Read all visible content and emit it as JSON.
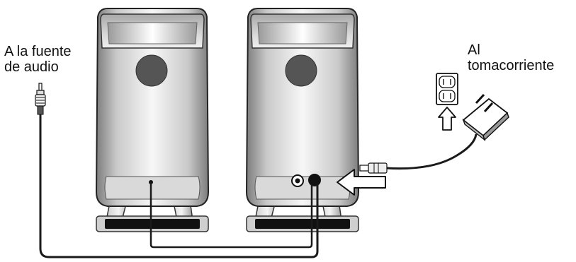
{
  "labels": {
    "audio_source_line1": "A la fuente",
    "audio_source_line2": "de audio",
    "outlet_line1": "Al",
    "outlet_line2": "tomacorriente"
  },
  "colors": {
    "ink": "#111111",
    "cable": "#1a1a1a",
    "speaker_body_light": "#f4f4f4",
    "speaker_body_dark": "#8a8a8a",
    "woofer": "#555555"
  },
  "icons": [
    "audio-plug-icon",
    "wall-outlet-icon",
    "up-arrow-icon",
    "power-adapter-icon",
    "left-arrow-icon",
    "dc-jack-icon"
  ]
}
